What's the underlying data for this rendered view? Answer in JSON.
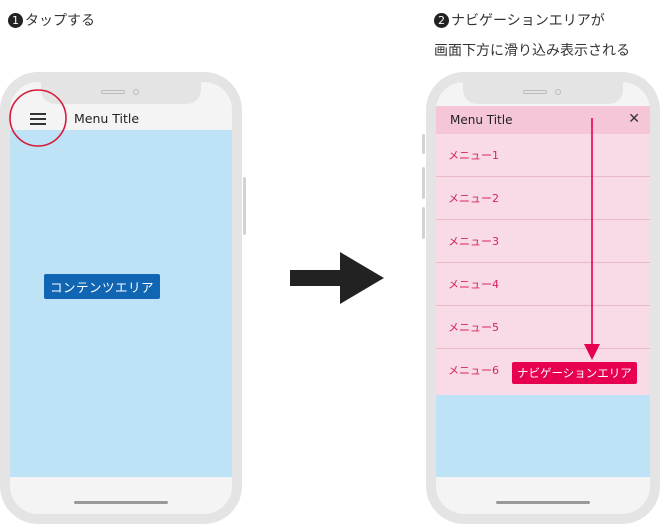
{
  "step1": {
    "num": "1",
    "text": "タップする"
  },
  "step2": {
    "num": "2",
    "line1": "ナビゲーションエリアが",
    "line2": "画面下方に滑り込み表示される"
  },
  "phone1": {
    "menu_title": "Menu Title",
    "content_label": "コンテンツエリア"
  },
  "phone2": {
    "menu_title": "Menu Title",
    "close_glyph": "✕",
    "menu_items": [
      "メニュー1",
      "メニュー2",
      "メニュー3",
      "メニュー4",
      "メニュー5",
      "メニュー6"
    ],
    "nav_label": "ナビゲーションエリア"
  },
  "colors": {
    "content_blue": "#bfe3f6",
    "content_label_bg": "#1066b3",
    "nav_pink": "#f8dbe6",
    "nav_header_pink": "#f4c6d7",
    "accent_red": "#e6004f",
    "menu_text": "#d6245d",
    "highlight_circle": "#d61c3a"
  },
  "icons": [
    "hamburger-icon",
    "close-icon",
    "right-arrow-icon",
    "down-arrow-icon"
  ]
}
